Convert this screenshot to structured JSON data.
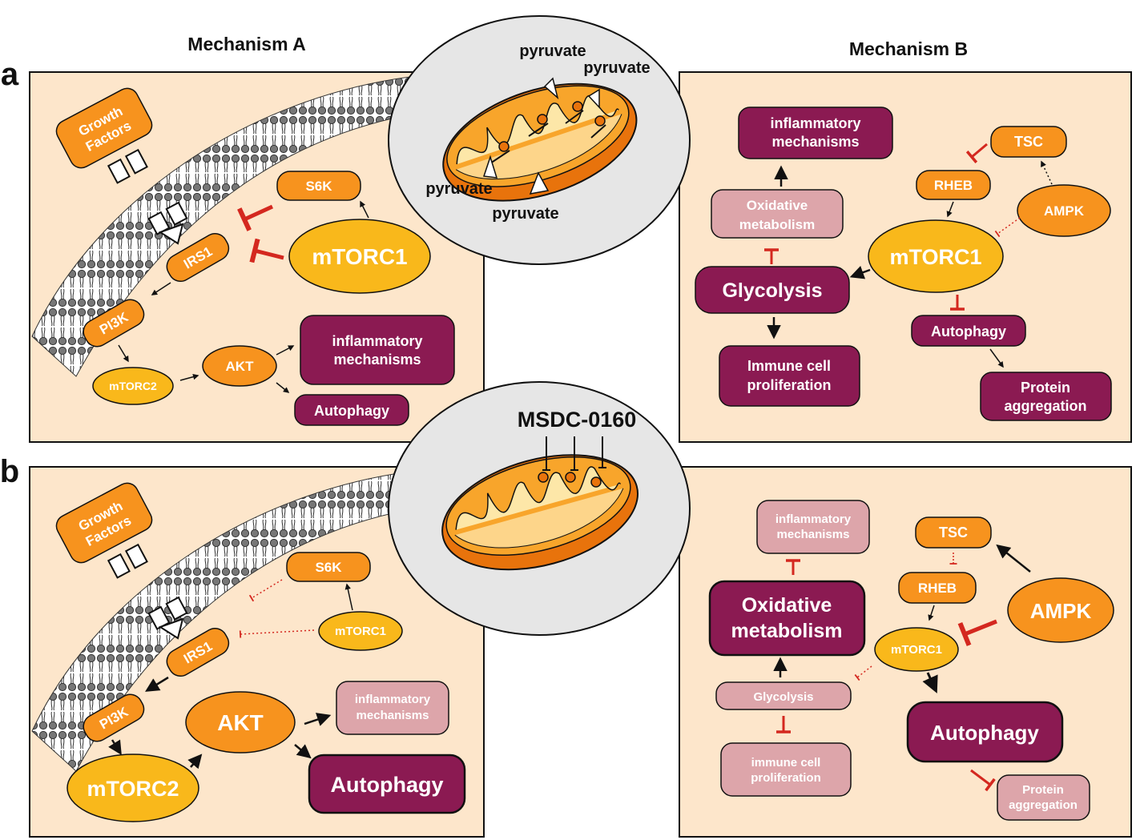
{
  "headings": {
    "mech_a": "Mechanism A",
    "mech_b": "Mechanism B",
    "panel_a": "a",
    "panel_b": "b"
  },
  "colors": {
    "panel_bg": "#fde6cb",
    "orange": "#f7931e",
    "yellow": "#f9b81b",
    "purple": "#8b1a52",
    "pale_purple": "#dda5aa",
    "inhibit_red": "#d4281f"
  },
  "mito_top": {
    "pyruvate_1": "pyruvate",
    "pyruvate_2": "pyruvate",
    "pyruvate_3": "pyruvate",
    "pyruvate_4": "pyruvate"
  },
  "mito_bottom": {
    "drug": "MSDC-0160"
  },
  "panel_a_left": {
    "growth_factors_1": "Growth",
    "growth_factors_2": "Factors",
    "s6k": "S6K",
    "mtorc1": "mTORC1",
    "irs1": "IRS1",
    "pi3k": "PI3K",
    "mtorc2": "mTORC2",
    "akt": "AKT",
    "inflammatory_1": "inflammatory",
    "inflammatory_2": "mechanisms",
    "autophagy": "Autophagy"
  },
  "panel_a_right": {
    "inflammatory_1": "inflammatory",
    "inflammatory_2": "mechanisms",
    "tsc": "TSC",
    "rheb": "RHEB",
    "ampk": "AMPK",
    "oxidative_1": "Oxidative",
    "oxidative_2": "metabolism",
    "mtorc1": "mTORC1",
    "glycolysis": "Glycolysis",
    "autophagy": "Autophagy",
    "immune_1": "Immune cell",
    "immune_2": "proliferation",
    "protein_1": "Protein",
    "protein_2": "aggregation"
  },
  "panel_b_left": {
    "growth_factors_1": "Growth",
    "growth_factors_2": "Factors",
    "s6k": "S6K",
    "mtorc1": "mTORC1",
    "irs1": "IRS1",
    "pi3k": "PI3K",
    "mtorc2": "mTORC2",
    "akt": "AKT",
    "inflammatory_1": "inflammatory",
    "inflammatory_2": "mechanisms",
    "autophagy": "Autophagy"
  },
  "panel_b_right": {
    "inflammatory_1": "inflammatory",
    "inflammatory_2": "mechanisms",
    "tsc": "TSC",
    "rheb": "RHEB",
    "ampk": "AMPK",
    "oxidative_1": "Oxidative",
    "oxidative_2": "metabolism",
    "mtorc1": "mTORC1",
    "glycolysis": "Glycolysis",
    "autophagy": "Autophagy",
    "immune_1": "immune cell",
    "immune_2": "proliferation",
    "protein_1": "Protein",
    "protein_2": "aggregation"
  }
}
